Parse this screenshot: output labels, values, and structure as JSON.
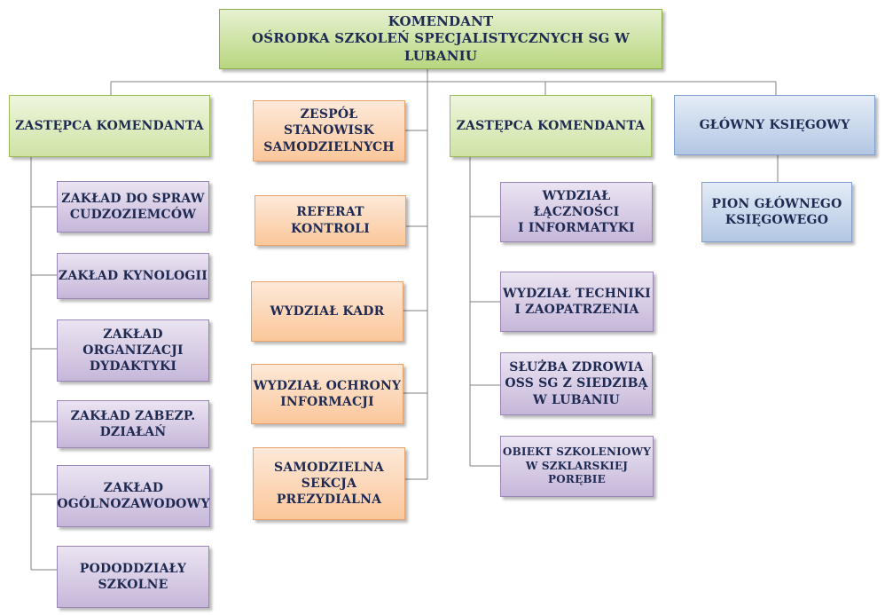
{
  "top": {
    "line1": "KOMENDANT",
    "line2": "OŚRODKA SZKOLEŃ SPECJALISTYCZNYCH SG W LUBANIU"
  },
  "deputy_left": {
    "title": "ZASTĘPCA KOMENDANTA",
    "units": [
      "ZAKŁAD DO SPRAW\nCUDZOZIEMCÓW",
      "ZAKŁAD KYNOLOGII",
      "ZAKŁAD\nORGANIZACJI\nDYDAKTYKI",
      "ZAKŁAD ZABEZP.\nDZIAŁAŃ",
      "ZAKŁAD\nOGÓLNOZAWODOWY",
      "PODODDZIAŁY\nSZKOLNE"
    ]
  },
  "center": {
    "units": [
      "ZESPÓŁ STANOWISK\nSAMODZIELNYCH",
      "REFERAT\nKONTROLI",
      "WYDZIAŁ KADR",
      "WYDZIAŁ OCHRONY\nINFORMACJI",
      "SAMODZIELNA\nSEKCJA\nPREZYDIALNA"
    ]
  },
  "deputy_right": {
    "title": "ZASTĘPCA KOMENDANTA",
    "units": [
      "WYDZIAŁ\nŁĄCZNOŚCI\nI INFORMATYKI",
      "WYDZIAŁ TECHNIKI\nI ZAOPATRZENIA",
      "SŁUŻBA ZDROWIA\nOSS SG Z SIEDZIBĄ\nW LUBANIU",
      "OBIEKT SZKOLENIOWY\nW SZKLARSKIEJ PORĘBIE"
    ]
  },
  "accountant": {
    "title": "GŁÓWNY KSIĘGOWY",
    "unit": "PION GŁÓWNEGO\nKSIĘGOWEGO"
  },
  "colors": {
    "green": "#9bbb59",
    "orange": "#f79646",
    "purple": "#8064a2",
    "blue": "#4f81bd",
    "text": "#1f2a52",
    "connector": "#7f7f7f"
  }
}
